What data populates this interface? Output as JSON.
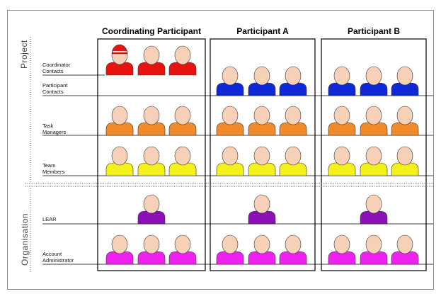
{
  "sections": {
    "project": "Project",
    "organisation": "Organisation"
  },
  "columns": [
    "Coordinating Participant",
    "Participant A",
    "Participant B"
  ],
  "rows": {
    "coordinator_contacts": "Coordinator\nContacts",
    "participant_contacts": "Participant\nContacts",
    "task_managers": "Task\nManagers",
    "team_members": "Team\nMembers",
    "lear": "LEAR",
    "account_administrator": "Account\nAdministrator"
  },
  "colors": {
    "coordinator": "#e8120f",
    "participant_contact": "#1029d6",
    "task_manager": "#f08a2a",
    "team_member": "#f4f01a",
    "lear": "#8b10b8",
    "account_admin": "#ee22ee",
    "head": "#f7d0b8"
  }
}
